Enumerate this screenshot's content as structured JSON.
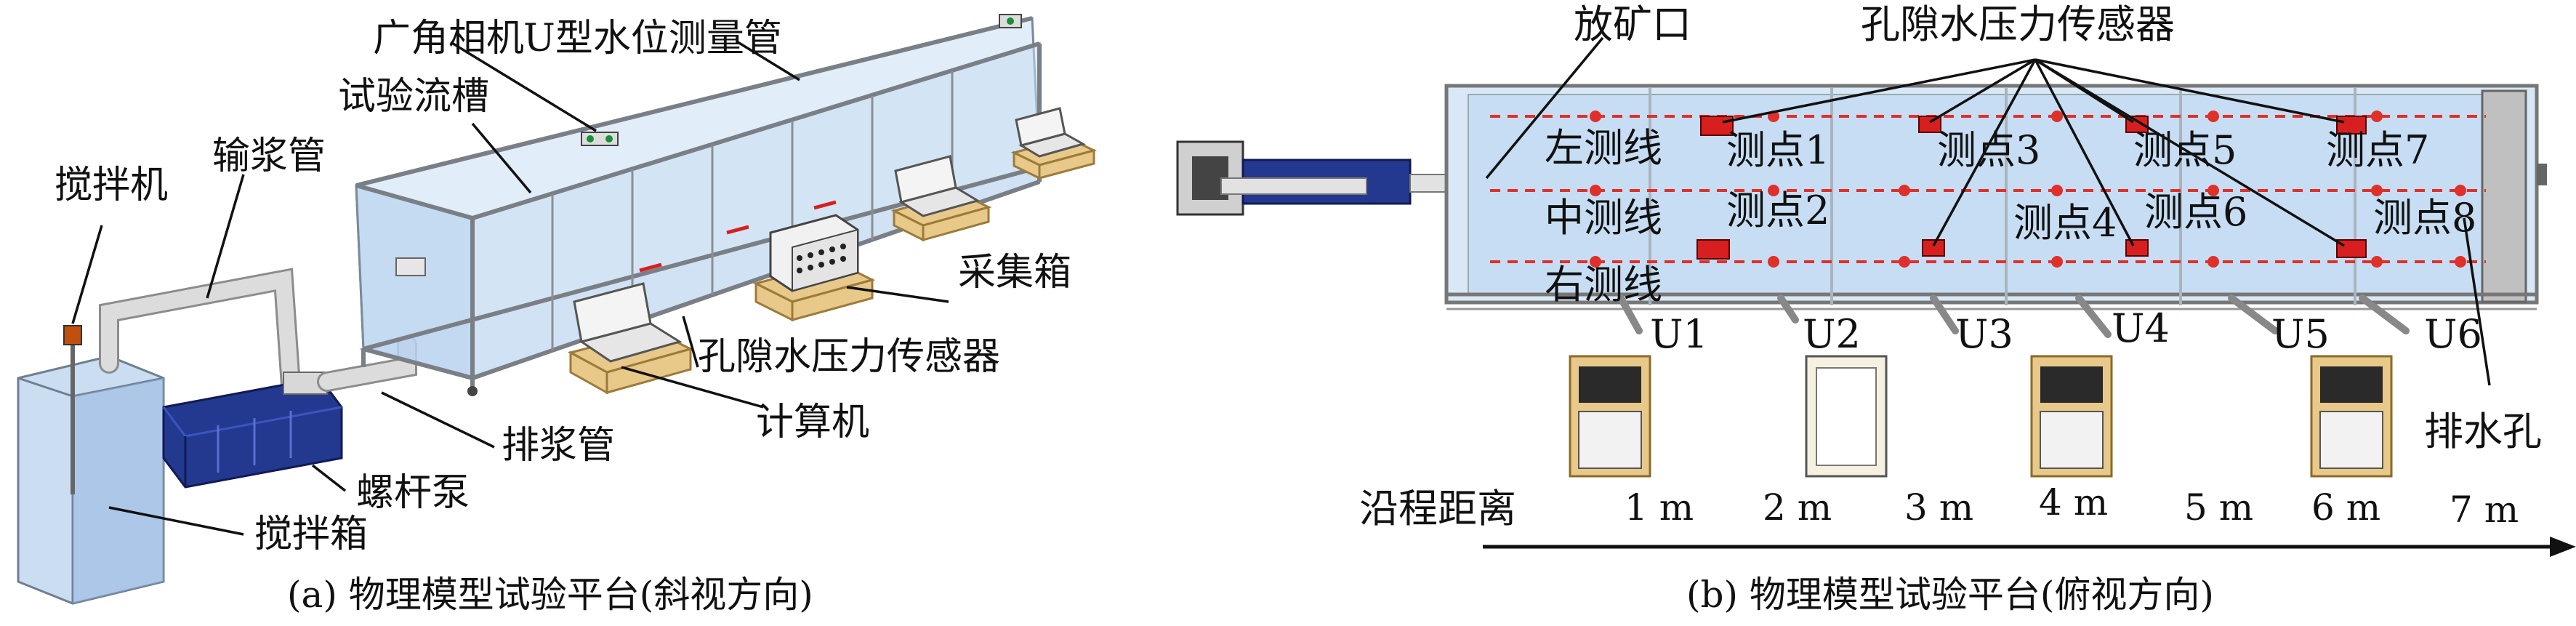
{
  "panel_a": {
    "caption": "(a) 物理模型试验平台(斜视方向)",
    "labels": {
      "camera": "广角相机",
      "u_tube": "U型水位测量管",
      "flume": "试验流槽",
      "slurry_pipe": "输浆管",
      "mixer": "搅拌机",
      "collector": "采集箱",
      "pore_sensor": "孔隙水压力传感器",
      "computer": "计算机",
      "discharge_pipe": "排浆管",
      "screw_pump": "螺杆泵",
      "mix_tank": "搅拌箱"
    }
  },
  "panel_b": {
    "caption": "(b) 物理模型试验平台(俯视方向)",
    "labels": {
      "outlet": "放矿口",
      "pore_sensor": "孔隙水压力传感器",
      "drain_hole": "排水孔",
      "distance": "沿程距离"
    },
    "lines": [
      "左测线",
      "中测线",
      "右测线"
    ],
    "points": [
      "测点1",
      "测点2",
      "测点3",
      "测点4",
      "测点5",
      "测点6",
      "测点7",
      "测点8"
    ],
    "u_tubes": [
      "U1",
      "U2",
      "U3",
      "U4",
      "U5",
      "U6"
    ],
    "ticks": [
      "1 m",
      "2 m",
      "3 m",
      "4 m",
      "5 m",
      "6 m",
      "7 m"
    ]
  },
  "colors": {
    "accent_red": "#e0302a",
    "glass_blue": "#c9def2",
    "pump_blue": "#2a3f9a",
    "wood": "#e8c98a"
  }
}
